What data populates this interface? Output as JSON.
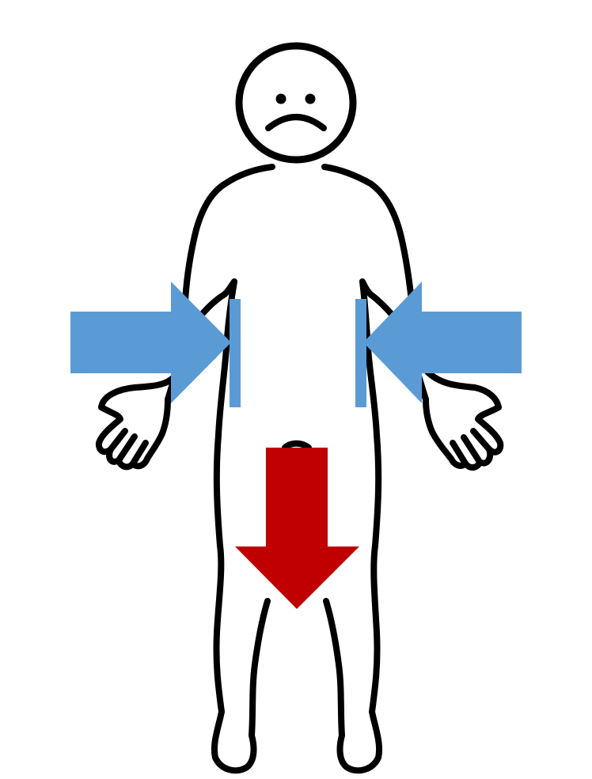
{
  "figure": {
    "face_expression": "sad",
    "outline_color": "#000000",
    "fill_color": "#ffffff"
  },
  "arrows": {
    "left_inward": {
      "direction": "right",
      "color": "#5b9bd5"
    },
    "right_inward": {
      "direction": "left",
      "color": "#5b9bd5"
    },
    "down": {
      "direction": "down",
      "color": "#c00000"
    }
  },
  "pressure_bars": {
    "color": "#5b9bd5"
  }
}
